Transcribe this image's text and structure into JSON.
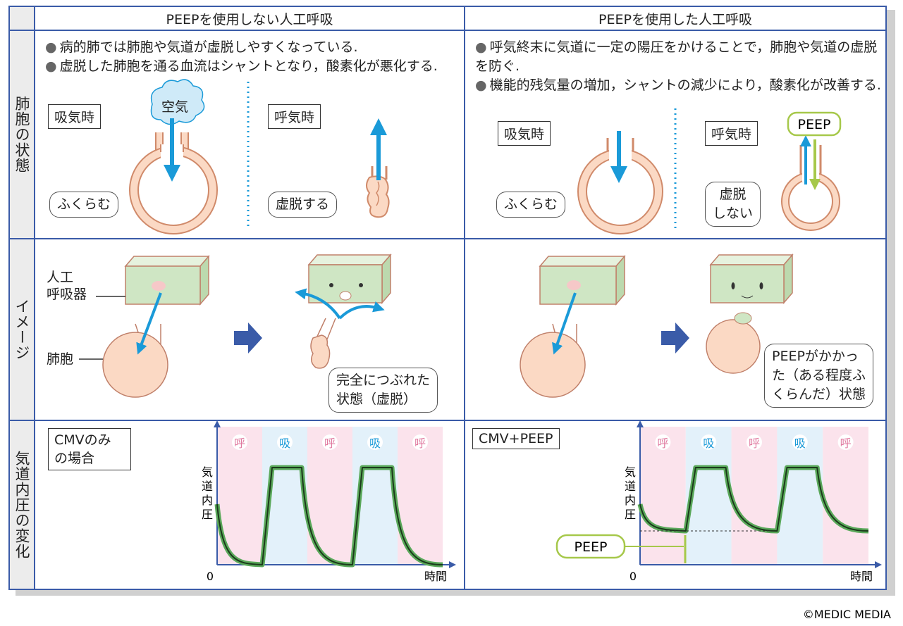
{
  "columns": {
    "left": "PEEPを使用しない人工呼吸",
    "right": "PEEPを使用した人工呼吸"
  },
  "rows": {
    "alveoli": "肺胞の状態",
    "image": "イメージ",
    "pressure": "気道内圧の変化"
  },
  "left": {
    "bullets": [
      "病的肺では肺胞や気道が虚脱しやすくなっている.",
      "虚脱した肺胞を通る血流はシャントとなり，酸素化が悪化する."
    ],
    "inhale": "吸気時",
    "exhale": "呼気時",
    "air": "空気",
    "inflate": "ふくらむ",
    "collapse": "虚脱する",
    "ventilator_l1": "人工",
    "ventilator_l2": "呼吸器",
    "alveolus": "肺胞",
    "collapsed_l1": "完全につぶれた",
    "collapsed_l2": "状態（虚脱）",
    "graph_title_l1": "CMVのみ",
    "graph_title_l2": "の場合"
  },
  "right": {
    "bullets": [
      "呼気終末に気道に一定の陽圧をかけることで，肺胞や気道の虚脱を防ぐ.",
      "機能的残気量の増加，シャントの減少により，酸素化が改善する."
    ],
    "inhale": "吸気時",
    "exhale": "呼気時",
    "peep": "PEEP",
    "inflate": "ふくらむ",
    "no_collapse_l1": "虚脱",
    "no_collapse_l2": "しない",
    "state_l1": "PEEPがかかっ",
    "state_l2": "た（ある程度ふ",
    "state_l3": "くらんだ）状態",
    "graph_title": "CMV+PEEP"
  },
  "graph": {
    "phases": [
      "呼",
      "吸",
      "呼",
      "吸",
      "呼"
    ],
    "ylabel": "気道内圧",
    "xlabel": "時間",
    "origin": "0",
    "peep_label": "PEEP"
  },
  "copyright": "©MEDIC MEDIA",
  "colors": {
    "frame": "#3a5ba8",
    "arrow_blue": "#1a9ad8",
    "alveolus_fill": "#fbd9c4",
    "alveolus_stroke": "#d08a6a",
    "ventilator": "#cfe6c4",
    "peep_green": "#a6c84a",
    "curve_green": "#5aa85a",
    "exhale_bg": "#fbe3ec",
    "inhale_bg": "#e3f1fa"
  },
  "chart_data": [
    {
      "type": "line",
      "title": "CMVのみの場合",
      "xlabel": "時間",
      "ylabel": "気道内圧",
      "phases": [
        "呼",
        "吸",
        "呼",
        "吸",
        "呼"
      ],
      "baseline": 0
    },
    {
      "type": "line",
      "title": "CMV+PEEP",
      "xlabel": "時間",
      "ylabel": "気道内圧",
      "phases": [
        "呼",
        "吸",
        "呼",
        "吸",
        "呼"
      ],
      "baseline": "PEEP"
    }
  ]
}
